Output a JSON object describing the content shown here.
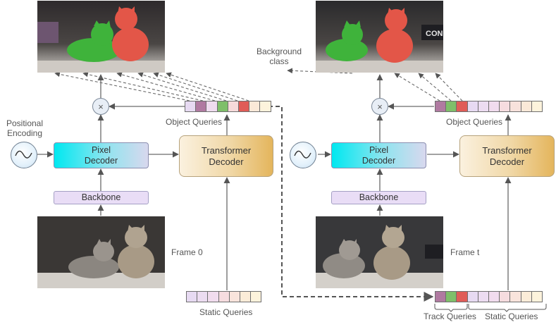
{
  "left": {
    "frame_label": "Frame 0",
    "pixel_decoder": "Pixel\nDecoder",
    "transformer_decoder": "Transformer\nDecoder",
    "backbone": "Backbone",
    "positional_encoding": "Positional\nEncoding",
    "object_queries": "Object Queries",
    "static_queries": "Static Queries",
    "multiply": "×"
  },
  "right": {
    "frame_label": "Frame t",
    "pixel_decoder": "Pixel\nDecoder",
    "transformer_decoder": "Transformer\nDecoder",
    "backbone": "Backbone",
    "background_class": "Background\nclass",
    "object_queries": "Object Queries",
    "track_queries": "Track Queries",
    "static_queries": "Static Queries",
    "multiply": "×"
  },
  "colors": {
    "query_purple": "#b07aa1",
    "query_green": "#7fbf6a",
    "query_red": "#e05c57",
    "mask_green": "#3fb33b",
    "mask_red": "#e35648",
    "arrow": "#555555"
  },
  "left_object_query_colors": [
    "#e7daf2",
    "#b07aa1",
    "#efdcef",
    "#7fbf6a",
    "#f6dada",
    "#e05c57",
    "#fbe9d8",
    "#fdf3dc"
  ],
  "right_object_query_colors": [
    "#b07aa1",
    "#7fbf6a",
    "#e05c57",
    "#e7daf2",
    "#ecdcf1",
    "#f1dcee",
    "#f6dcdf",
    "#f8e2dc",
    "#fbe9d8",
    "#fdf3dc"
  ],
  "static_query_colors": [
    "#e7daf2",
    "#ecdcf1",
    "#f1dcee",
    "#f6dcdf",
    "#f9e4dc",
    "#fbecd8",
    "#fdf3dc"
  ],
  "track_query_colors": [
    "#b07aa1",
    "#7fbf6a",
    "#e05c57"
  ]
}
